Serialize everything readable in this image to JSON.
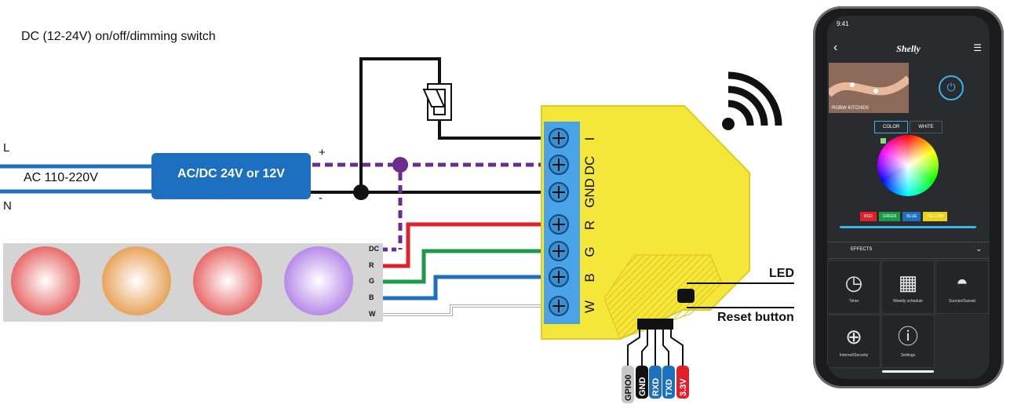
{
  "title": "DC (12-24V) on/off/dimming switch",
  "mains": {
    "l_label": "L",
    "n_label": "N",
    "ac_label": "AC 110-220V"
  },
  "psu": {
    "label": "AC/DC 24V or 12V",
    "plus": "+",
    "minus": "-"
  },
  "strip_pins": [
    "DC",
    "R",
    "G",
    "B",
    "W"
  ],
  "device_terminals": [
    "I",
    "DC",
    "GND",
    "R",
    "G",
    "B",
    "W"
  ],
  "callouts": {
    "led": "LED",
    "reset": "Reset button"
  },
  "header_pins": [
    {
      "label": "GPIO0",
      "color": "#c8c8c8"
    },
    {
      "label": "GND",
      "color": "#111111"
    },
    {
      "label": "RXD",
      "color": "#1d6fc0"
    },
    {
      "label": "TXD",
      "color": "#1d6fc0"
    },
    {
      "label": "3.3V",
      "color": "#e0202a"
    }
  ],
  "colors": {
    "psu_blue": "#1d6fc0",
    "device_yellow": "#f5e73a",
    "terminal_blue": "#4aa3e6",
    "dc_dotted": "#6b2e8f",
    "red": "#e0202a",
    "green": "#1b9a4a",
    "blue": "#1d6fc0"
  },
  "phone": {
    "time": "9:41",
    "brand": "Shelly",
    "device_name": "RGBW KITCHEN",
    "tabs": [
      "COLOR",
      "WHITE"
    ],
    "chips": [
      {
        "label": "RED",
        "color": "#e0202a"
      },
      {
        "label": "GREEN",
        "color": "#1b9a4a"
      },
      {
        "label": "BLUE",
        "color": "#1d6fc0"
      },
      {
        "label": "YELLOW",
        "color": "#e8d21a"
      }
    ],
    "effects_label": "EFFECTS",
    "tiles": [
      {
        "label": "Timer",
        "icon": "clock-icon"
      },
      {
        "label": "Weekly schedule",
        "icon": "calendar-icon"
      },
      {
        "label": "Sunrise/Sunset",
        "icon": "sunrise-icon"
      },
      {
        "label": "Internet/Security",
        "icon": "globe-icon"
      },
      {
        "label": "Settings",
        "icon": "info-icon"
      }
    ]
  }
}
